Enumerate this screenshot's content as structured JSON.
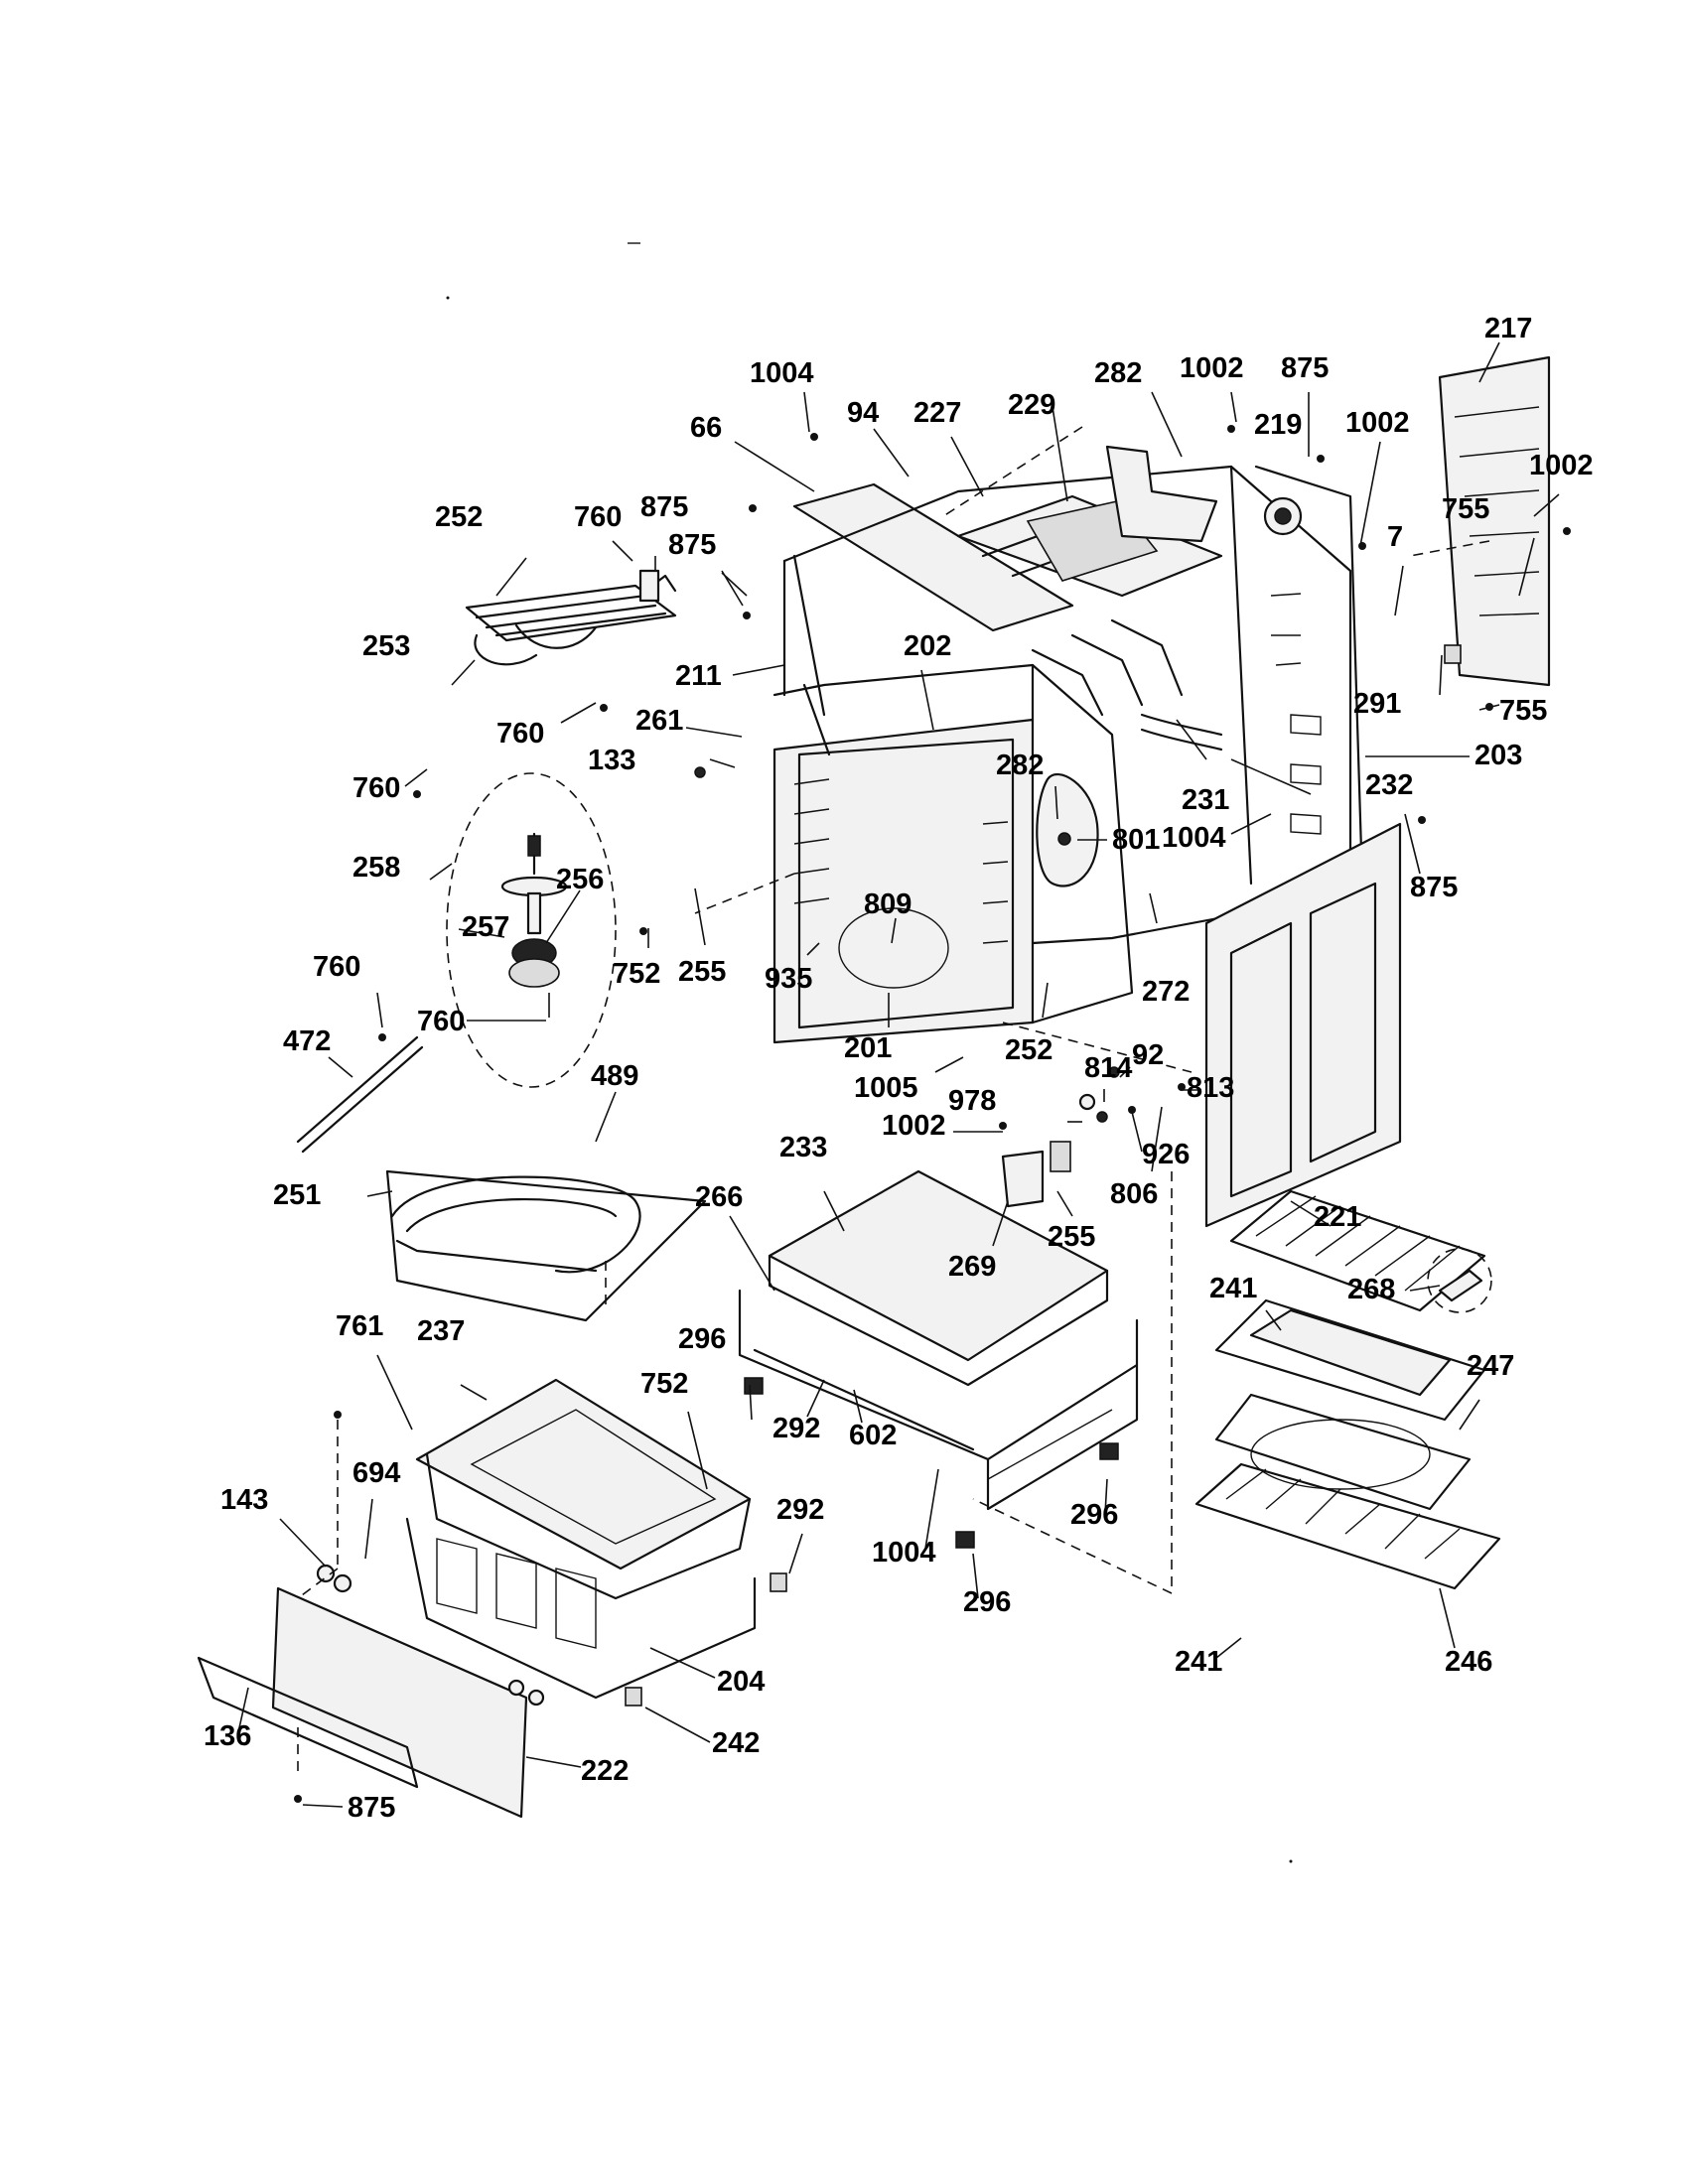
{
  "diagram": {
    "callouts": [
      {
        "id": "c-217",
        "text": "217"
      },
      {
        "id": "c-1002a",
        "text": "1002"
      },
      {
        "id": "c-875a",
        "text": "875"
      },
      {
        "id": "c-282a",
        "text": "282"
      },
      {
        "id": "c-229",
        "text": "229"
      },
      {
        "id": "c-227",
        "text": "227"
      },
      {
        "id": "c-94",
        "text": "94"
      },
      {
        "id": "c-1004a",
        "text": "1004"
      },
      {
        "id": "c-66",
        "text": "66"
      },
      {
        "id": "c-219",
        "text": "219"
      },
      {
        "id": "c-1002b",
        "text": "1002"
      },
      {
        "id": "c-1002c",
        "text": "1002"
      },
      {
        "id": "c-755a",
        "text": "755"
      },
      {
        "id": "c-7",
        "text": "7"
      },
      {
        "id": "c-291",
        "text": "291"
      },
      {
        "id": "c-755b",
        "text": "755"
      },
      {
        "id": "c-203",
        "text": "203"
      },
      {
        "id": "c-232",
        "text": "232"
      },
      {
        "id": "c-231",
        "text": "231"
      },
      {
        "id": "c-252a",
        "text": "252"
      },
      {
        "id": "c-760a",
        "text": "760"
      },
      {
        "id": "c-875b",
        "text": "875"
      },
      {
        "id": "c-875c",
        "text": "875"
      },
      {
        "id": "c-253",
        "text": "253"
      },
      {
        "id": "c-211",
        "text": "211"
      },
      {
        "id": "c-202",
        "text": "202"
      },
      {
        "id": "c-760b",
        "text": "760"
      },
      {
        "id": "c-261",
        "text": "261"
      },
      {
        "id": "c-760c",
        "text": "760"
      },
      {
        "id": "c-133",
        "text": "133"
      },
      {
        "id": "c-282b",
        "text": "282"
      },
      {
        "id": "c-1004b",
        "text": "1004"
      },
      {
        "id": "c-875d",
        "text": "875"
      },
      {
        "id": "c-801",
        "text": "801"
      },
      {
        "id": "c-258",
        "text": "258"
      },
      {
        "id": "c-256",
        "text": "256"
      },
      {
        "id": "c-257",
        "text": "257"
      },
      {
        "id": "c-809",
        "text": "809"
      },
      {
        "id": "c-752a",
        "text": "752"
      },
      {
        "id": "c-255a",
        "text": "255"
      },
      {
        "id": "c-935",
        "text": "935"
      },
      {
        "id": "c-272",
        "text": "272"
      },
      {
        "id": "c-760d",
        "text": "760"
      },
      {
        "id": "c-760e",
        "text": "760"
      },
      {
        "id": "c-201",
        "text": "201"
      },
      {
        "id": "c-252b",
        "text": "252"
      },
      {
        "id": "c-814",
        "text": "814"
      },
      {
        "id": "c-92",
        "text": "92"
      },
      {
        "id": "c-1005",
        "text": "1005"
      },
      {
        "id": "c-978",
        "text": "978"
      },
      {
        "id": "c-813",
        "text": "813"
      },
      {
        "id": "c-472",
        "text": "472"
      },
      {
        "id": "c-489",
        "text": "489"
      },
      {
        "id": "c-1002d",
        "text": "1002"
      },
      {
        "id": "c-926",
        "text": "926"
      },
      {
        "id": "c-233",
        "text": "233"
      },
      {
        "id": "c-806",
        "text": "806"
      },
      {
        "id": "c-221",
        "text": "221"
      },
      {
        "id": "c-251",
        "text": "251"
      },
      {
        "id": "c-266",
        "text": "266"
      },
      {
        "id": "c-255b",
        "text": "255"
      },
      {
        "id": "c-269",
        "text": "269"
      },
      {
        "id": "c-241a",
        "text": "241"
      },
      {
        "id": "c-268",
        "text": "268"
      },
      {
        "id": "c-247",
        "text": "247"
      },
      {
        "id": "c-761",
        "text": "761"
      },
      {
        "id": "c-237",
        "text": "237"
      },
      {
        "id": "c-296a",
        "text": "296"
      },
      {
        "id": "c-752b",
        "text": "752"
      },
      {
        "id": "c-292a",
        "text": "292"
      },
      {
        "id": "c-602",
        "text": "602"
      },
      {
        "id": "c-694",
        "text": "694"
      },
      {
        "id": "c-296b",
        "text": "296"
      },
      {
        "id": "c-143",
        "text": "143"
      },
      {
        "id": "c-292b",
        "text": "292"
      },
      {
        "id": "c-1004c",
        "text": "1004"
      },
      {
        "id": "c-296c",
        "text": "296"
      },
      {
        "id": "c-241b",
        "text": "241"
      },
      {
        "id": "c-246",
        "text": "246"
      },
      {
        "id": "c-204",
        "text": "204"
      },
      {
        "id": "c-136",
        "text": "136"
      },
      {
        "id": "c-242",
        "text": "242"
      },
      {
        "id": "c-222",
        "text": "222"
      },
      {
        "id": "c-875e",
        "text": "875"
      }
    ]
  }
}
